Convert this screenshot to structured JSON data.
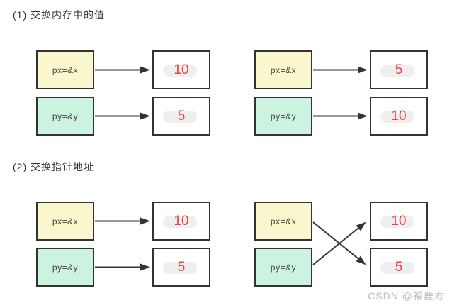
{
  "watermark": "CSDN @福鹿寿",
  "colors": {
    "pointer_x_fill": "#faf7ce",
    "pointer_y_fill": "#ccf3df",
    "box_border": "#333333",
    "value_color": "#f24040",
    "smudge": "#efefef",
    "arrow": "#333333",
    "title_color": "#333333",
    "label_color": "#444444",
    "watermark_color": "#bcbcbc"
  },
  "sections": [
    {
      "title": "(1) 交换内存中的值",
      "diagrams": [
        {
          "pointers": [
            {
              "label": "px=&x"
            },
            {
              "label": "py=&y"
            }
          ],
          "values": [
            "10",
            "5"
          ],
          "crossed": false
        },
        {
          "pointers": [
            {
              "label": "px=&x"
            },
            {
              "label": "py=&y"
            }
          ],
          "values": [
            "5",
            "10"
          ],
          "crossed": false
        }
      ]
    },
    {
      "title": "(2) 交换指针地址",
      "diagrams": [
        {
          "pointers": [
            {
              "label": "px=&x"
            },
            {
              "label": "py=&y"
            }
          ],
          "values": [
            "10",
            "5"
          ],
          "crossed": false
        },
        {
          "pointers": [
            {
              "label": "px=&x"
            },
            {
              "label": "py=&y"
            }
          ],
          "values": [
            "10",
            "5"
          ],
          "crossed": true
        }
      ]
    }
  ]
}
